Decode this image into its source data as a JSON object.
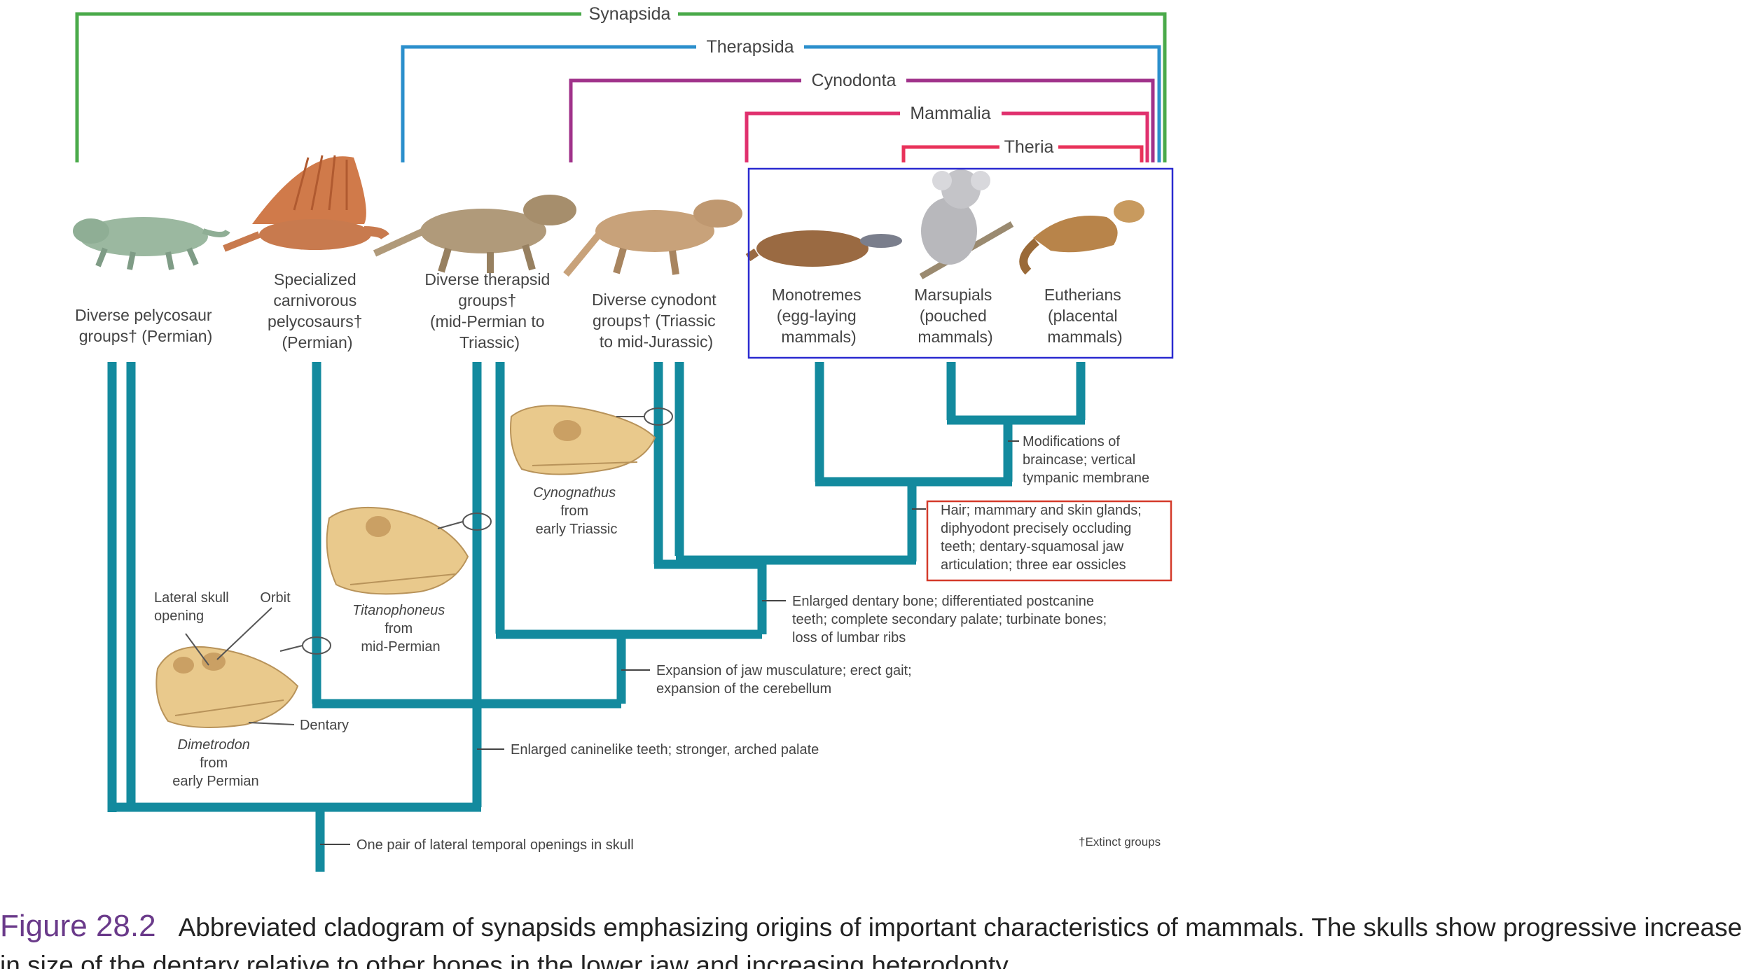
{
  "clade_labels": {
    "synapsida": "Synapsida",
    "therapsida": "Therapsida",
    "cynodonta": "Cynodonta",
    "mammalia": "Mammalia",
    "theria": "Theria"
  },
  "groups": {
    "pelycosaur": [
      "Diverse pelycosaur",
      "groups† (Permian)"
    ],
    "carnivorous": [
      "Specialized",
      "carnivorous",
      "pelycosaurs†",
      "(Permian)"
    ],
    "therapsid": [
      "Diverse therapsid",
      "groups†",
      "(mid-Permian to",
      "Triassic)"
    ],
    "cynodont": [
      "Diverse cynodont",
      "groups† (Triassic",
      "to mid-Jurassic)"
    ],
    "monotremes": [
      "Monotremes",
      "(egg-laying",
      "mammals)"
    ],
    "marsupials": [
      "Marsupials",
      "(pouched",
      "mammals)"
    ],
    "eutherians": [
      "Eutherians",
      "(placental",
      "mammals)"
    ]
  },
  "characters": {
    "braincase": [
      "Modifications of",
      "braincase; vertical",
      "tympanic membrane"
    ],
    "hair": [
      "Hair; mammary and skin glands;",
      "diphyodont precisely occluding",
      "teeth; dentary-squamosal jaw",
      "articulation; three ear ossicles"
    ],
    "dentary": [
      "Enlarged dentary bone; differentiated postcanine",
      "teeth; complete secondary palate; turbinate bones;",
      "loss of lumbar ribs"
    ],
    "jaw": [
      "Expansion of jaw musculature; erect gait;",
      "expansion of the cerebellum"
    ],
    "canine": "Enlarged caninelike teeth; stronger, arched palate",
    "temporal": "One pair of lateral temporal openings in skull"
  },
  "skulls": {
    "cynognathus": [
      "Cynognathus",
      "from",
      "early Triassic"
    ],
    "titanophoneus": [
      "Titanophoneus",
      "from",
      "mid-Permian"
    ],
    "dimetrodon": [
      "Dimetrodon",
      "from",
      "early Permian"
    ],
    "lateral_skull": [
      "Lateral skull",
      "opening"
    ],
    "orbit": "Orbit",
    "dentary": "Dentary"
  },
  "extinct_note": "†Extinct groups",
  "caption": {
    "label": "Figure 28.2",
    "text": "Abbreviated cladogram of synapsids emphasizing origins of important characteristics of mammals. The skulls show progressive increase in size of the dentary relative to other bones in the lower jaw and increasing heterodonty."
  },
  "colors": {
    "synapsida": "#4aaa4a",
    "therapsida": "#2b8fcc",
    "cynodonta": "#a0328a",
    "mammalia": "#e0306e",
    "theria": "#e8325a",
    "tree": "#138a9e",
    "highlight_blue": "#2a2ad0",
    "highlight_red": "#d43a2a",
    "skull": "#e9c98c",
    "figure_label": "#6a3a8a"
  }
}
